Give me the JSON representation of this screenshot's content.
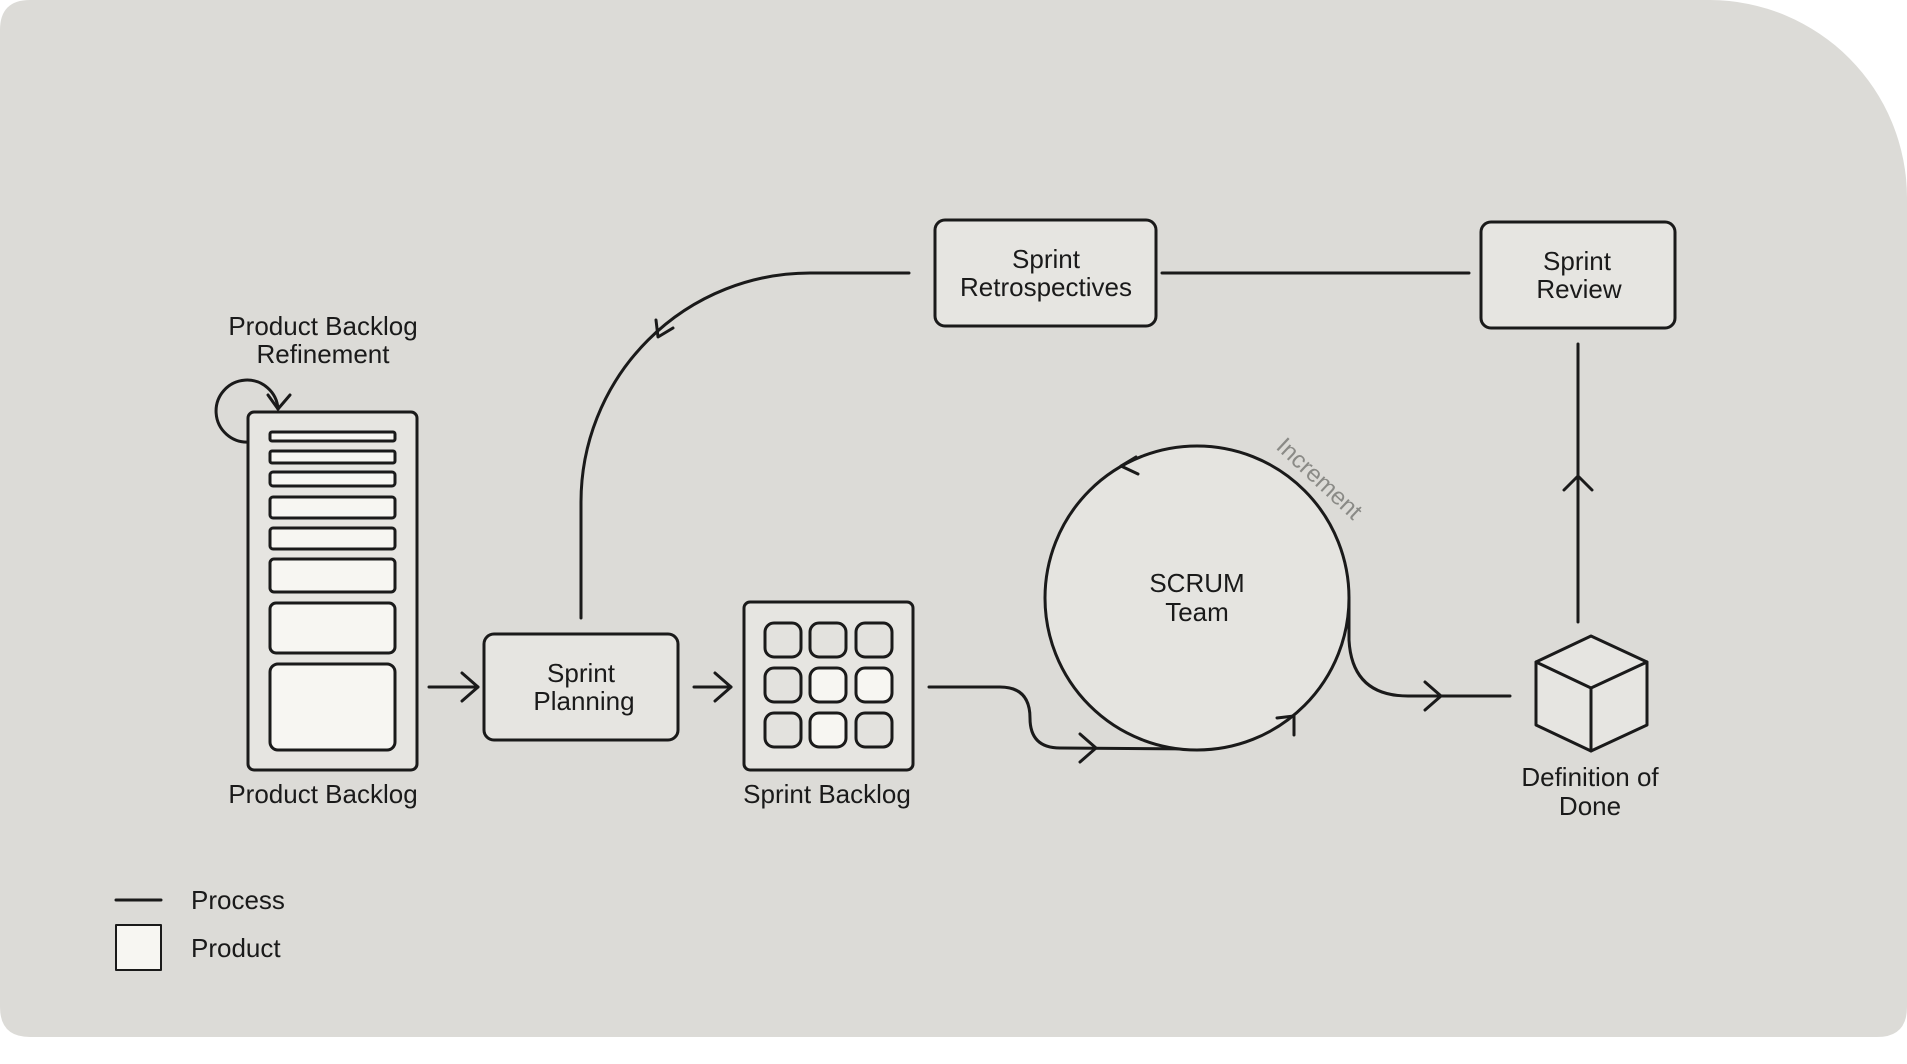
{
  "colors": {
    "background": "#dcdbd7",
    "stroke": "#1a1a1a",
    "node_fill": "#e6e5e1",
    "product_fill": "#f7f6f2",
    "circle_fill": "#e5e4e0",
    "muted_text": "#8a8a86"
  },
  "labels": {
    "refinement_line1": "Product Backlog",
    "refinement_line2": "Refinement",
    "product_backlog": "Product Backlog",
    "sprint_planning_line1": "Sprint",
    "sprint_planning_line2": "Planning",
    "sprint_backlog": "Sprint Backlog",
    "scrum_team_line1": "SCRUM",
    "scrum_team_line2": "Team",
    "increment": "Increment",
    "definition_of_done_line1": "Definition of",
    "definition_of_done_line2": "Done",
    "sprint_review_line1": "Sprint",
    "sprint_review_line2": "Review",
    "sprint_retrospectives_line1": "Sprint",
    "sprint_retrospectives_line2": "Retrospectives"
  },
  "legend": {
    "process": "Process",
    "product": "Product"
  }
}
